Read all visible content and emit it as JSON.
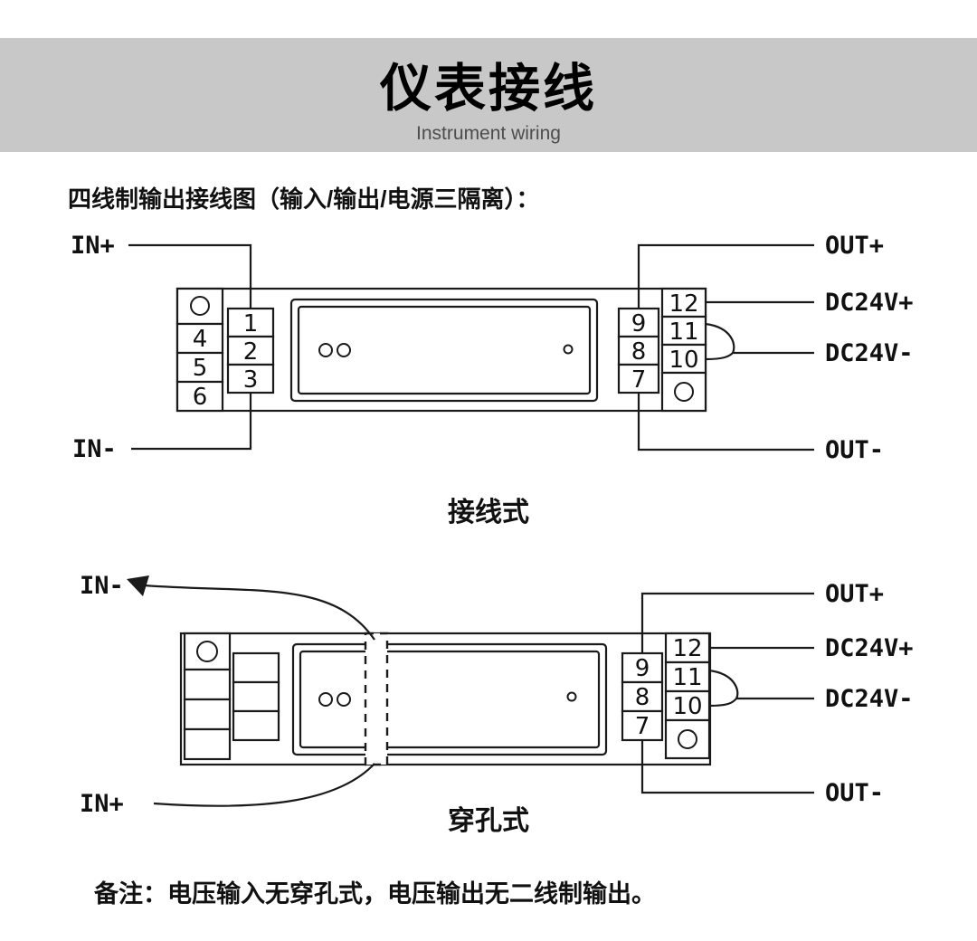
{
  "header": {
    "title": "仪表接线",
    "subtitle": "Instrument wiring"
  },
  "intro": "四线制输出接线图（输入/输出/电源三隔离）：",
  "labels": {
    "in_plus": "IN+",
    "in_minus": "IN-",
    "out_plus": "OUT+",
    "out_minus": "OUT-",
    "dc24v_plus": "DC24V+",
    "dc24v_minus": "DC24V-"
  },
  "diagram1": {
    "caption": "接线式",
    "left_inner_terminals": [
      "1",
      "2",
      "3"
    ],
    "left_outer_terminals": [
      "4",
      "5",
      "6"
    ],
    "right_inner_terminals": [
      "9",
      "8",
      "7"
    ],
    "right_outer_terminals": [
      "12",
      "11",
      "10"
    ]
  },
  "diagram2": {
    "caption": "穿孔式",
    "right_inner_terminals": [
      "9",
      "8",
      "7"
    ],
    "right_outer_terminals": [
      "12",
      "11",
      "10"
    ]
  },
  "note": "备注：电压输入无穿孔式，电压输出无二线制输出。",
  "colors": {
    "header_bg": "#c8c8c8",
    "line": "#1a1a1a"
  }
}
